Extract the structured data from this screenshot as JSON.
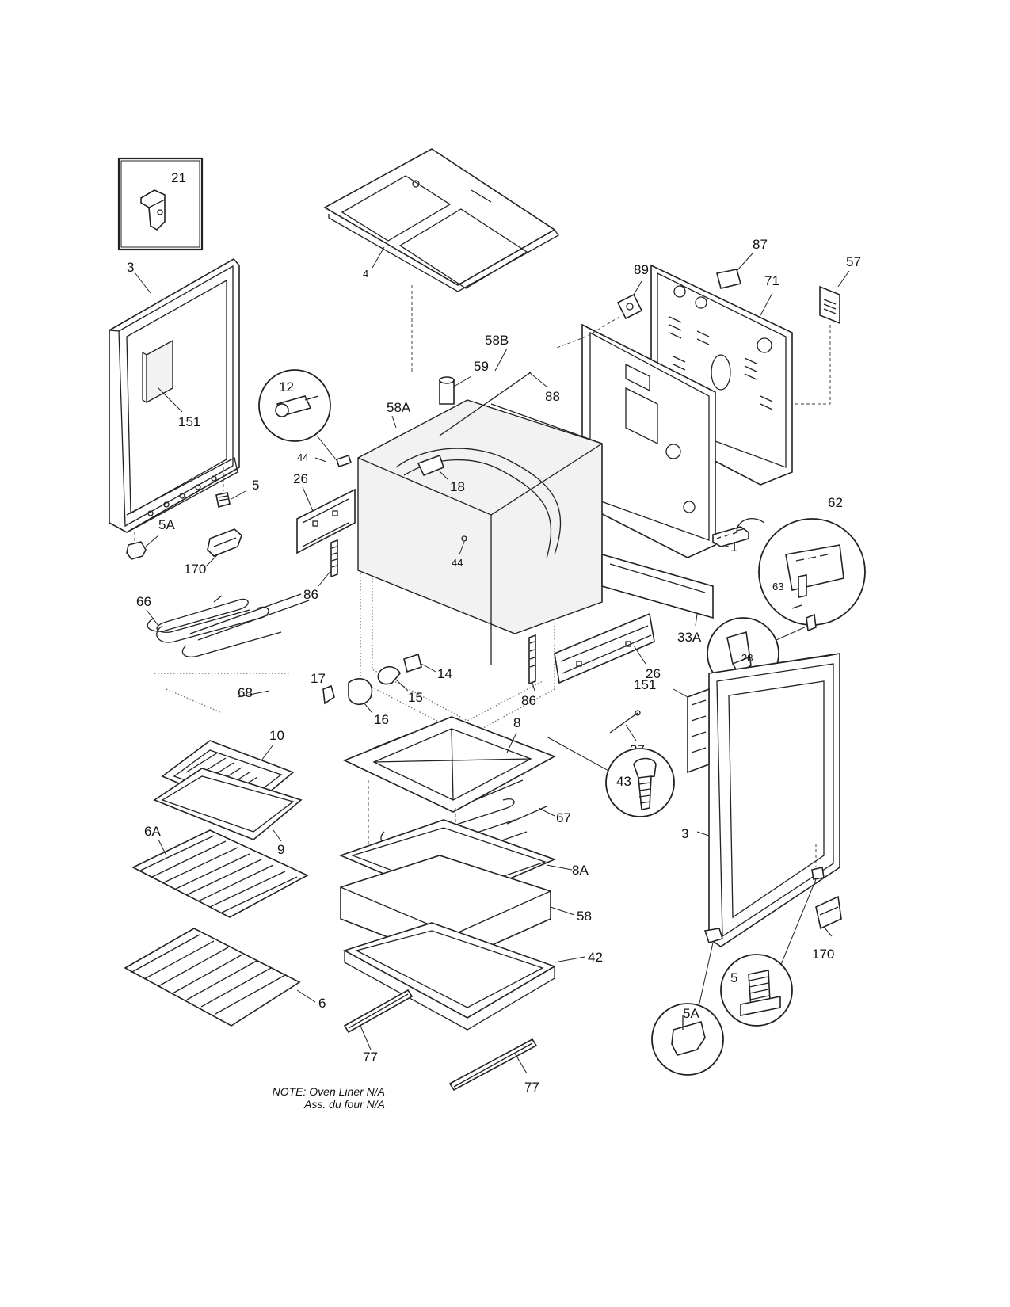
{
  "callouts": {
    "p21": "21",
    "p3_left": "3",
    "p151_left": "151",
    "p5_left": "5",
    "p5A_left": "5A",
    "p170_left": "170",
    "p4": "4",
    "p89": "89",
    "p87": "87",
    "p57": "57",
    "p71": "71",
    "p58B": "58B",
    "p59": "59",
    "p88": "88",
    "p58A": "58A",
    "p12": "12",
    "p44_a": "44",
    "p44_b": "44",
    "p26_left": "26",
    "p18": "18",
    "p86_left": "86",
    "p1": "1",
    "p62": "62",
    "p63": "63",
    "p66": "66",
    "p68": "68",
    "p17": "17",
    "p16": "16",
    "p15": "15",
    "p14": "14",
    "p86_right": "86",
    "p26_right": "26",
    "p33A": "33A",
    "p28": "28",
    "p151_right": "151",
    "p37": "37",
    "p10": "10",
    "p9": "9",
    "p8": "8",
    "p43": "43",
    "p67": "67",
    "p8A": "8A",
    "p6A": "6A",
    "p58": "58",
    "p42": "42",
    "p6": "6",
    "p3_right": "3",
    "p170_right": "170",
    "p5_right": "5",
    "p5A_right": "5A",
    "p77_left": "77",
    "p77_right": "77"
  },
  "note": {
    "line1": "NOTE: Oven Liner N/A",
    "line2": "Ass. du four N/A"
  }
}
